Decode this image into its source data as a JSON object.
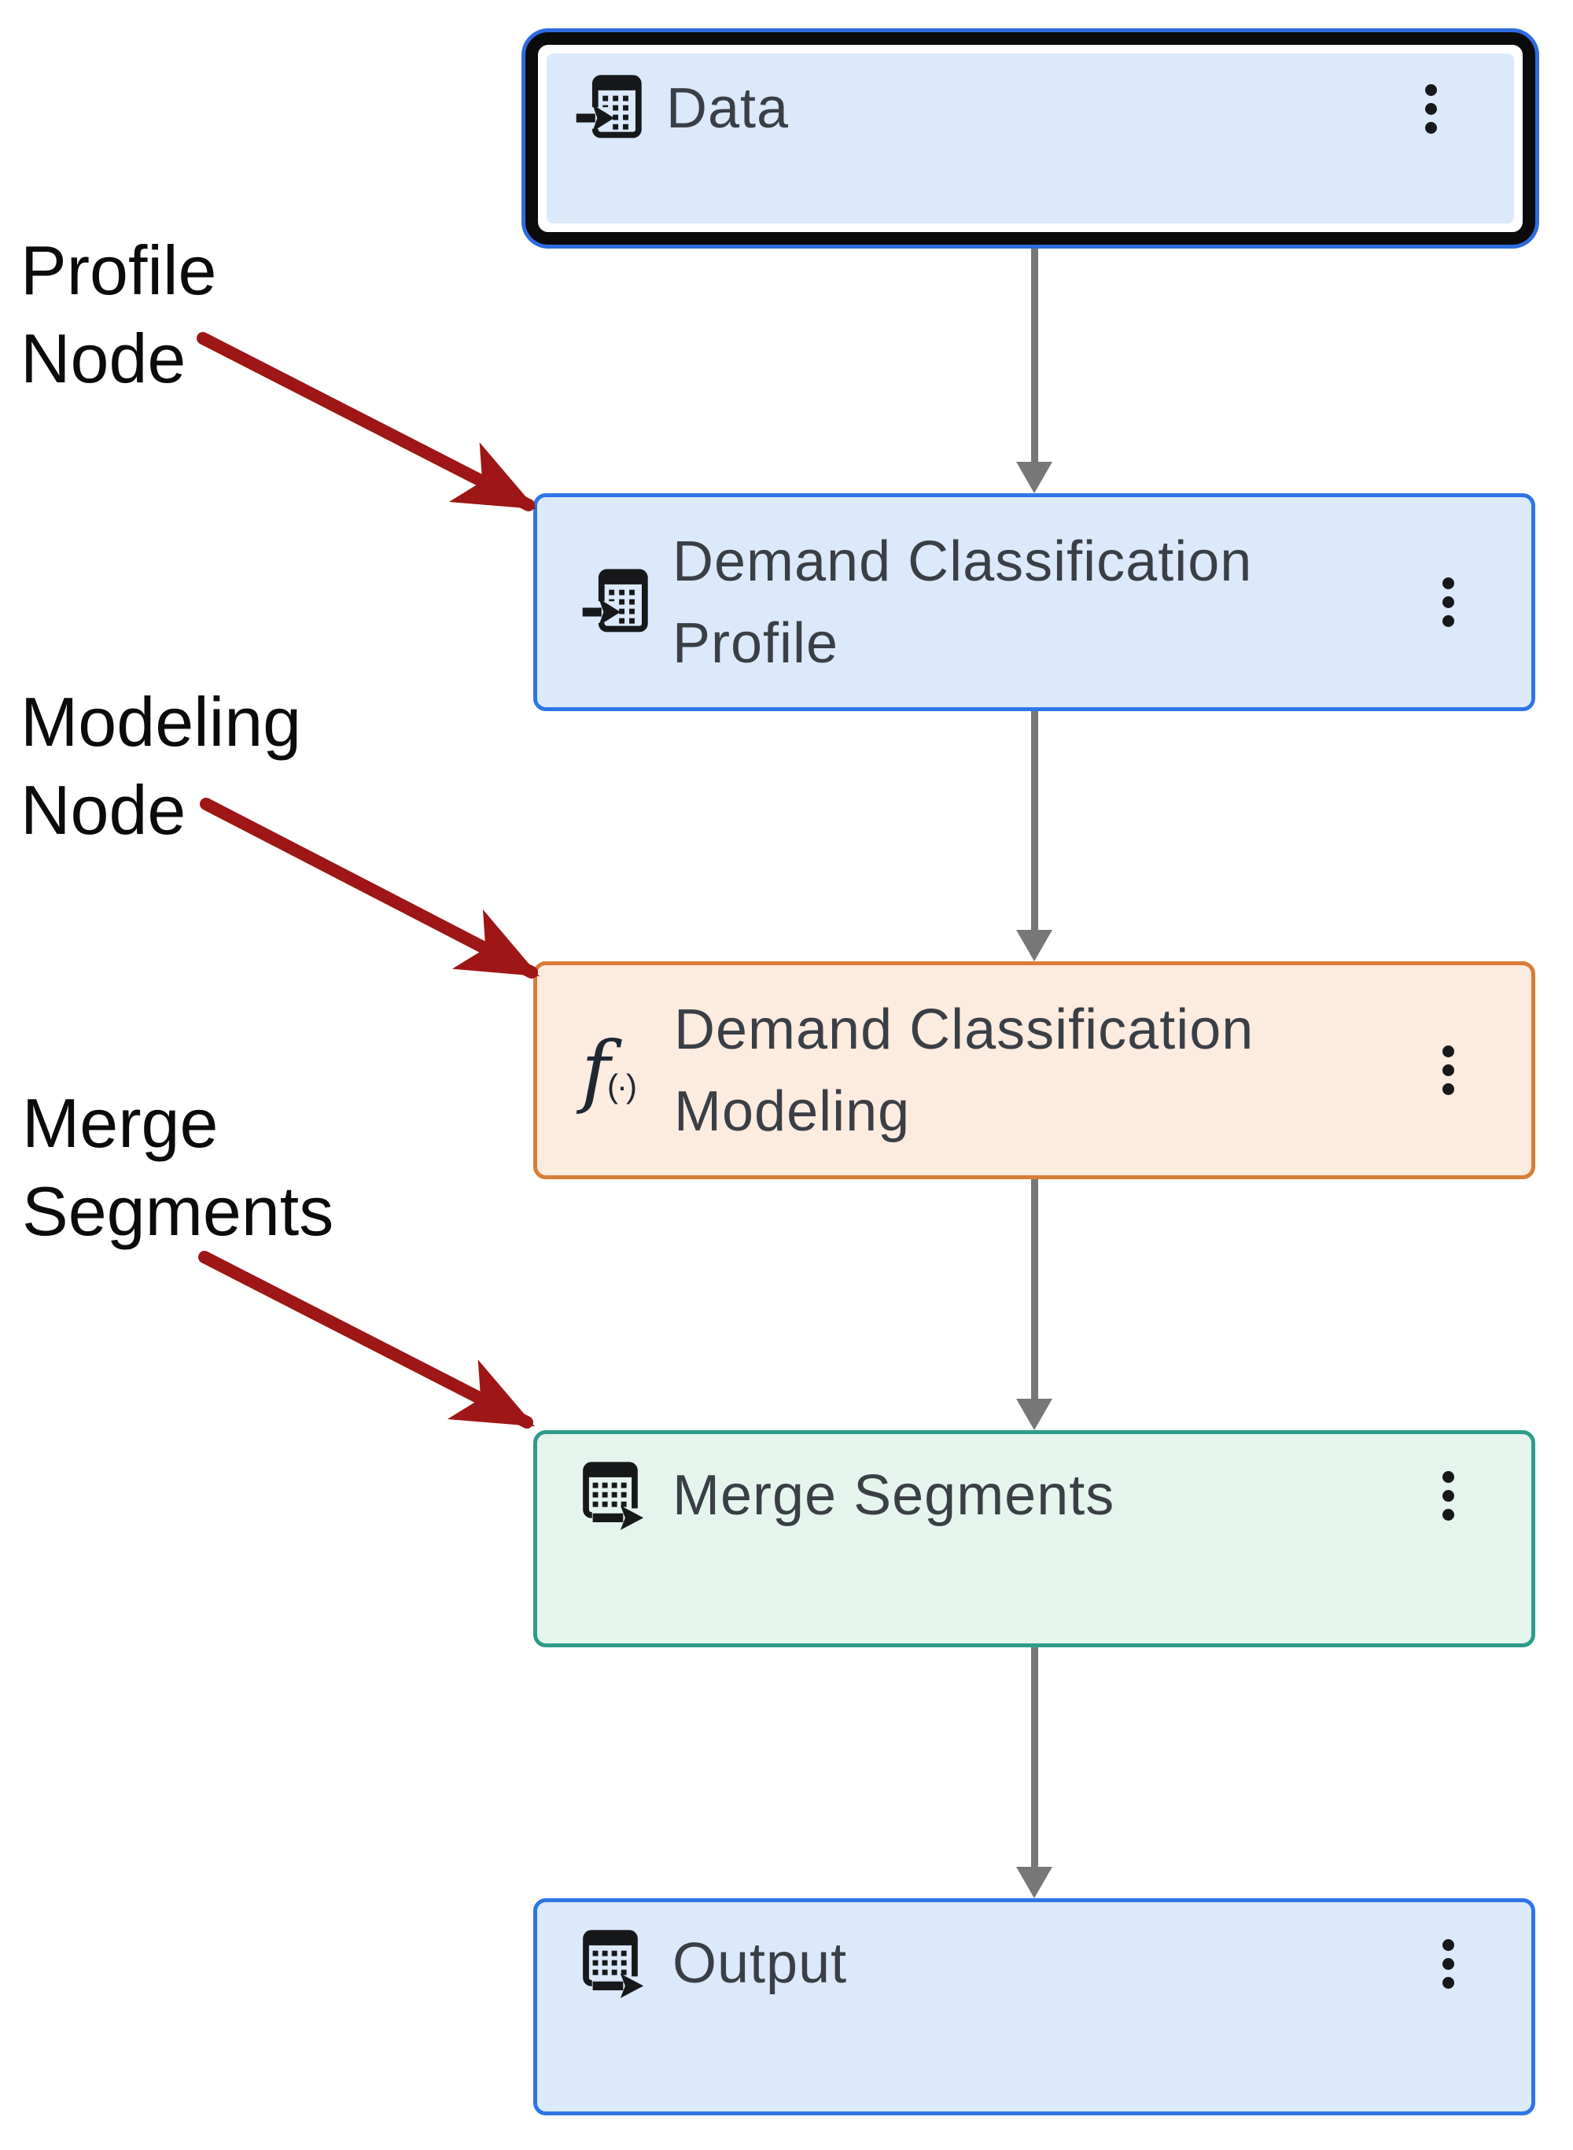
{
  "app": {
    "background": "#ffffff"
  },
  "pipeline": {
    "connector_color": "#777777",
    "node_text_color": "#3a3f46",
    "nodes": [
      {
        "label": "Data",
        "icon": "table-import-icon",
        "selected": true,
        "border": "#2e6ce0",
        "fill": "#dbe9fa"
      },
      {
        "label": "Demand Classification Profile",
        "icon": "table-import-icon",
        "selected": false,
        "border": "#2e75e6",
        "fill": "#dbe9fa"
      },
      {
        "label": "Demand Classification Modeling",
        "icon": "function-icon",
        "selected": false,
        "border": "#d97c36",
        "fill": "#fcebdf"
      },
      {
        "label": "Merge Segments",
        "icon": "table-export-icon",
        "selected": false,
        "border": "#2d9c89",
        "fill": "#e6f4ee"
      },
      {
        "label": "Output",
        "icon": "table-export-icon",
        "selected": false,
        "border": "#2e75e6",
        "fill": "#dbe9fa"
      }
    ],
    "kebab_menu": {
      "dot_color": "#17181a"
    }
  },
  "annotations": {
    "arrow_color": "#9e1616",
    "labels": [
      {
        "text": "Profile Node"
      },
      {
        "text": "Modeling Node"
      },
      {
        "text": "Merge Segments"
      }
    ]
  },
  "icons": {
    "function_glyph": "f",
    "function_paren": "(·)",
    "glyph_color": "#17181a"
  }
}
